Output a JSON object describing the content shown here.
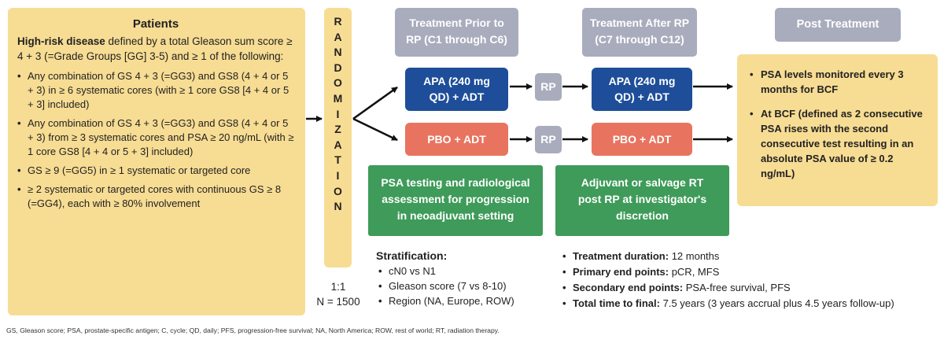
{
  "patients": {
    "title": "Patients",
    "lead_bold": "High-risk disease",
    "lead_rest": " defined by a total Gleason sum score ≥ 4 + 3 (=Grade Groups [GG] 3-5) and ≥ 1 of the following:",
    "criteria": [
      "Any combination of GS 4 + 3 (=GG3) and GS8 (4 + 4 or 5 + 3) in ≥ 6 systematic cores (with ≥ 1 core GS8 [4 + 4 or 5 + 3] included)",
      "Any combination of GS 4 + 3 (=GG3) and GS8 (4 + 4 or 5 + 3) from ≥ 3 systematic cores and PSA ≥ 20 ng/mL (with ≥ 1 core GS8 [4 + 4 or 5 + 3] included)",
      "GS ≥ 9 (=GG5) in ≥ 1 systematic or targeted core",
      "≥ 2 systematic or targeted cores with continuous GS ≥ 8 (=GG4), each with ≥ 80% involvement"
    ]
  },
  "randomization": {
    "letters": [
      "R",
      "A",
      "N",
      "D",
      "O",
      "M",
      "I",
      "Z",
      "A",
      "T",
      "I",
      "O",
      "N"
    ],
    "ratio": "1:1",
    "n": "N = 1500"
  },
  "headers": {
    "prior": "Treatment Prior to RP (C1 through C6)",
    "after": "Treatment After RP (C7 through C12)",
    "post": "Post Treatment"
  },
  "arms": {
    "apa_prior": "APA (240 mg QD) + ADT",
    "apa_after": "APA (240 mg QD) + ADT",
    "pbo_prior": "PBO + ADT",
    "pbo_after": "PBO + ADT",
    "rp_top": "RP",
    "rp_bottom": "RP"
  },
  "green": {
    "left": "PSA testing and radiological assessment for progression in neoadjuvant setting",
    "right": "Adjuvant or salvage RT post RP at investigator's discretion"
  },
  "post_items": [
    "PSA levels monitored every 3 months for BCF",
    "At BCF (defined as 2 consecutive PSA rises with the second consecutive test resulting in an absolute PSA value of ≥ 0.2 ng/mL)"
  ],
  "stratification": {
    "title": "Stratification:",
    "items": [
      "cN0 vs N1",
      "Gleason score (7 vs 8-10)",
      "Region (NA, Europe, ROW)"
    ]
  },
  "endpoints": [
    {
      "label": "Treatment duration:",
      "value": " 12 months"
    },
    {
      "label": "Primary end points:",
      "value": " pCR, MFS"
    },
    {
      "label": "Secondary end points:",
      "value": " PSA-free survival, PFS"
    },
    {
      "label": "Total time to final:",
      "value": " 7.5 years (3 years accrual plus 4.5 years follow-up)"
    }
  ],
  "footnote": "GS, Gleason score; PSA, prostate-specific antigen; C, cycle; QD, daily; PFS, progression-free survival; NA, North America; ROW, rest of world; RT, radiation therapy.",
  "colors": {
    "yellow": "#f7dc93",
    "grey": "#a8acbc",
    "blue": "#1e4e99",
    "red": "#e8745f",
    "green": "#3e9b59"
  }
}
